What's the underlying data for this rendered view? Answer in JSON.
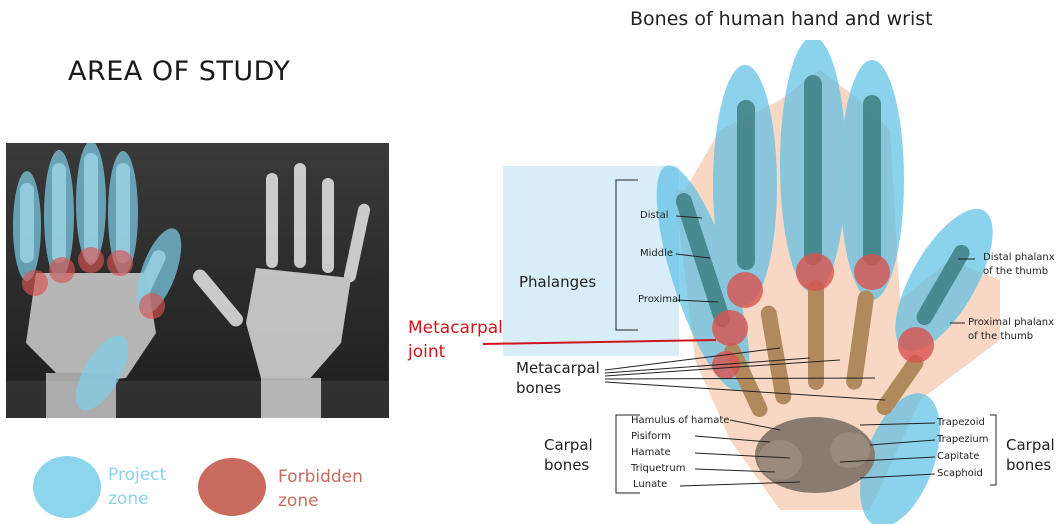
{
  "area_title": "AREA OF STUDY",
  "diagram_title": "Bones of human hand and wrist",
  "legend": {
    "project": "Project zone",
    "project_line1": "Project",
    "project_line2": "zone",
    "forbidden_line1": "Forbidden",
    "forbidden_line2": "zone",
    "project_color": "#7fd0ea",
    "forbidden_color": "#c96b5e"
  },
  "callout": {
    "line1": "Metacarpal",
    "line2": "joint",
    "color": "#d0141b"
  },
  "labels": {
    "phalanges": "Phalanges",
    "distal": "Distal",
    "middle": "Middle",
    "proximal": "Proximal",
    "metacarpal_line1": "Metacarpal",
    "metacarpal_line2": "bones",
    "carpal_left_line1": "Carpal",
    "carpal_left_line2": "bones",
    "carpal_right_line1": "Carpal",
    "carpal_right_line2": "bones",
    "distal_thumb_line1": "Distal phalanx",
    "distal_thumb_line2": "of the thumb",
    "proximal_thumb_line1": "Proximal phalanx",
    "proximal_thumb_line2": "of the thumb",
    "hamulus": "Hamulus of hamate",
    "pisiform": "Pisiform",
    "hamate": "Hamate",
    "triquetrum": "Triquetrum",
    "lunate": "Lunate",
    "trapezoid": "Trapezoid",
    "trapezium": "Trapezium",
    "capitate": "Capitate",
    "scaphoid": "Scaphoid"
  }
}
